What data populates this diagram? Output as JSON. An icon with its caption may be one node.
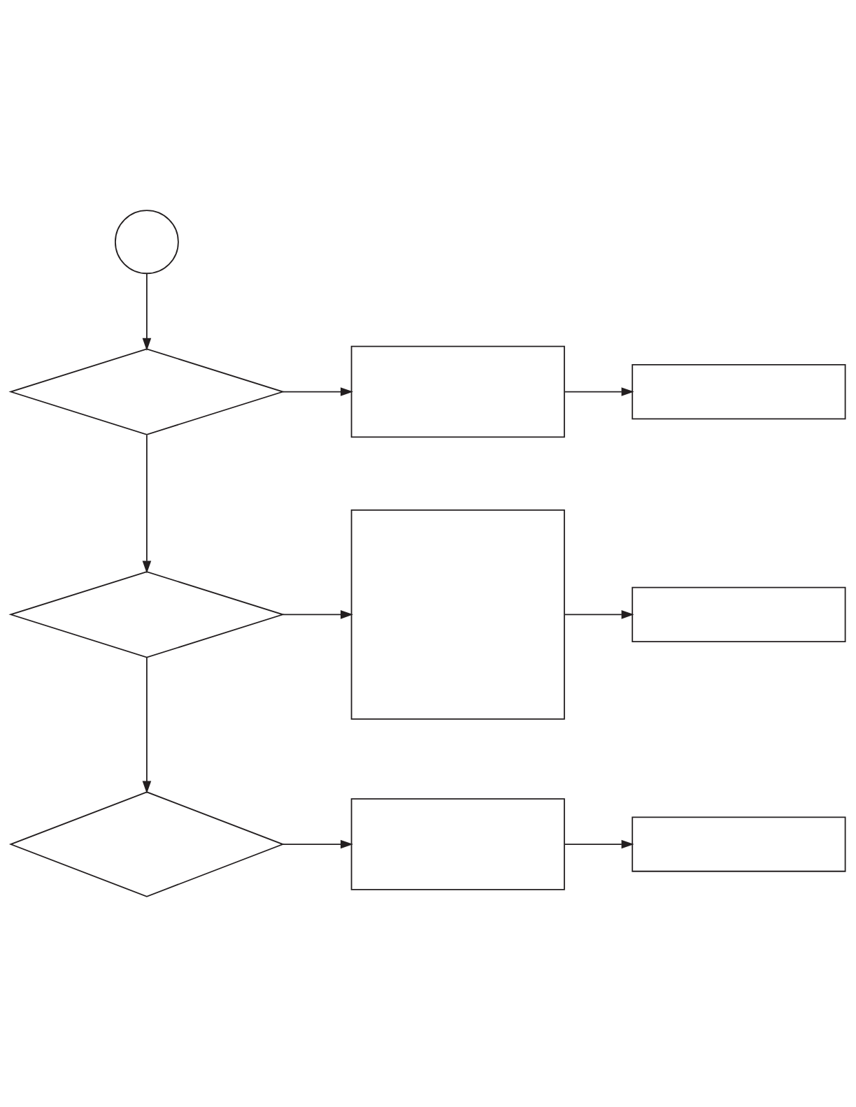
{
  "diagram": {
    "nodes": [
      {
        "text": [],
        "shape": "circle"
      },
      {
        "text": [],
        "shape": "diamond"
      },
      {
        "text": [],
        "shape": "box"
      },
      {
        "text": [],
        "shape": "box"
      },
      {
        "text": [],
        "shape": "diamond"
      },
      {
        "text": [],
        "shape": "box"
      },
      {
        "text": [],
        "shape": "box"
      },
      {
        "text": [],
        "shape": "diamond"
      },
      {
        "text": [],
        "shape": "box"
      },
      {
        "text": [],
        "shape": "box"
      }
    ],
    "edges": [
      {
        "from": 0,
        "to": 1,
        "arrow": "to"
      },
      {
        "from": 1,
        "to": 2,
        "arrow": "to"
      },
      {
        "from": 2,
        "to": 3,
        "arrow": "to"
      },
      {
        "from": 1,
        "to": 4,
        "arrow": "to"
      },
      {
        "from": 4,
        "to": 5,
        "arrow": "to"
      },
      {
        "from": 5,
        "to": 6,
        "arrow": "to"
      },
      {
        "from": 4,
        "to": 7,
        "arrow": "to"
      },
      {
        "from": 7,
        "to": 8,
        "arrow": "to"
      },
      {
        "from": 8,
        "to": 9,
        "arrow": "to"
      }
    ]
  }
}
